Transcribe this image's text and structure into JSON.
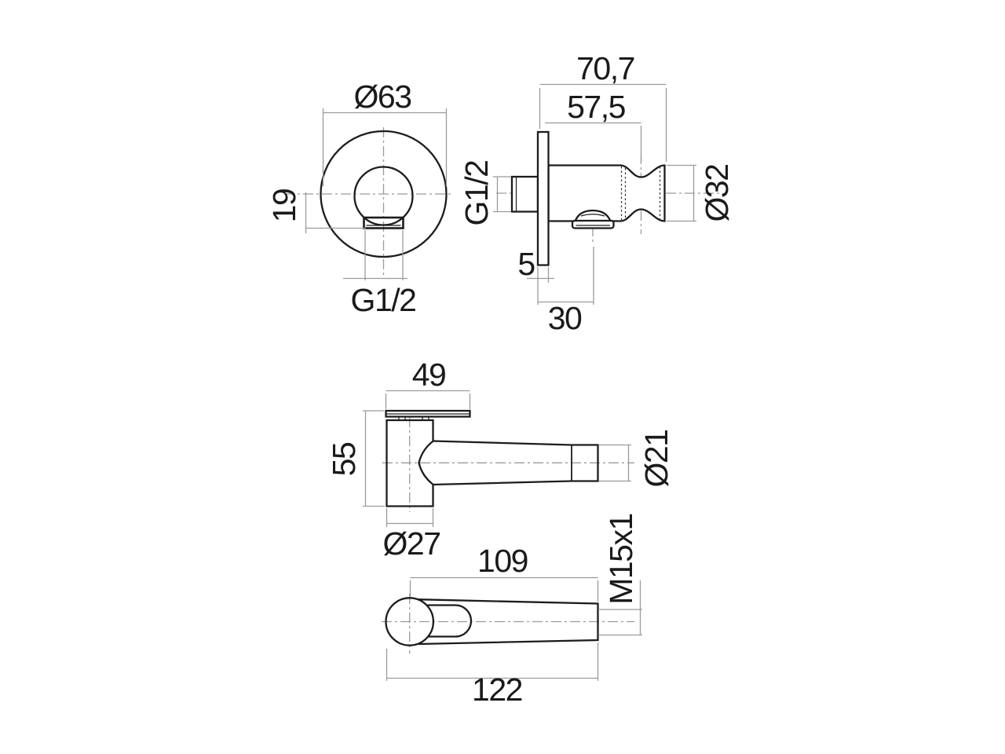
{
  "drawing": {
    "background": "#ffffff",
    "line_colors": {
      "object_line": "#1c1c1c",
      "dimension_line": "#9b9b9b"
    },
    "views": {
      "front_view": {
        "description": "wall bracket front view",
        "labels": {
          "outer_diameter": "Ø63",
          "outlet_offset": "19",
          "thread_size": "G1/2"
        }
      },
      "side_view": {
        "description": "wall bracket side view",
        "labels": {
          "total_depth": "70,7",
          "holder_depth": "57,5",
          "thread_size": "G1/2",
          "holder_diameter": "Ø32",
          "plate_thickness": "5",
          "outlet_distance": "30"
        }
      },
      "handspray_side_view": {
        "description": "hand spray side view",
        "labels": {
          "head_width": "49",
          "head_height": "55",
          "head_diameter": "Ø27",
          "handle_end_diameter": "Ø21"
        }
      },
      "handspray_top_view": {
        "description": "hand spray top view",
        "labels": {
          "handle_length": "109",
          "overall_length": "122",
          "connection_thread": "M15x1"
        }
      }
    }
  }
}
